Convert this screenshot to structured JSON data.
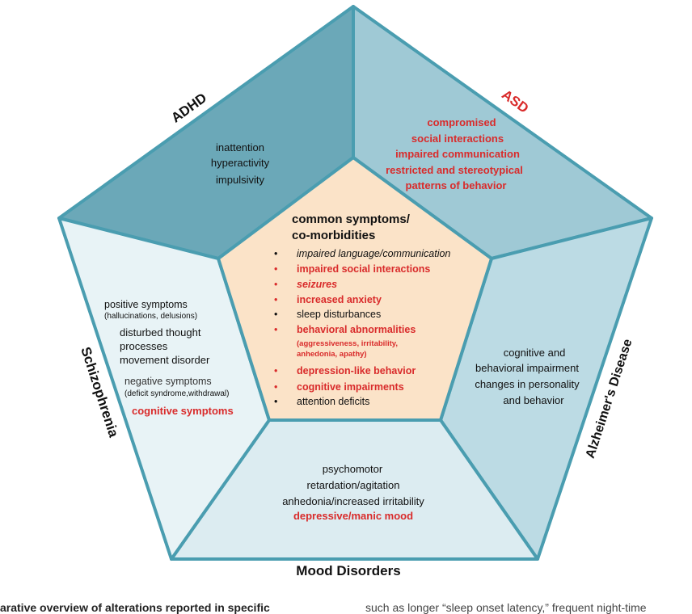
{
  "colors": {
    "border": "#4a9db0",
    "adhd": "#6ba8b8",
    "asd": "#9fc9d5",
    "alz": "#bcdbe4",
    "mood": "#dcecf1",
    "schizo": "#e8f3f6",
    "center": "#fbe3c8",
    "red": "#d92b2b",
    "black": "#111111"
  },
  "labels": {
    "adhd": "ADHD",
    "asd": "ASD",
    "alz": "Alzheimer's Disease",
    "mood": "Mood Disorders",
    "schizo": "Schizophrenia"
  },
  "adhd": [
    "inattention",
    "hyperactivity",
    "impulsivity"
  ],
  "asd": [
    "compromised",
    "social interactions",
    "impaired communication",
    "restricted and stereotypical",
    "patterns of behavior"
  ],
  "alz": [
    "cognitive and",
    "behavioral impairment",
    "changes in personality",
    "and behavior"
  ],
  "mood": {
    "l1": "psychomotor",
    "l2": "retardation/agitation",
    "l3": "anhedonia/increased irritability",
    "l4": "depressive/manic mood"
  },
  "schizo": {
    "pos": "positive symptoms",
    "pos_sub": "(hallucinations, delusions)",
    "d1": "disturbed thought",
    "d2": "processes",
    "d3": "movement disorder",
    "neg": "negative symptoms",
    "neg_sub": "(deficit syndrome,withdrawal)",
    "cog": "cognitive symptoms"
  },
  "center": {
    "title1": "common symptoms/",
    "title2": "co-morbidities",
    "items": [
      "impaired language/communication",
      "impaired social interactions",
      "seizures",
      "increased anxiety",
      "sleep disturbances",
      "behavioral abnormalities",
      "depression-like behavior",
      "cognitive impairments",
      "attention deficits"
    ],
    "beh_sub1": "(aggressiveness, irritability,",
    "beh_sub2": "anhedonia, apathy)"
  },
  "footer": {
    "left": "arative overview of alterations reported in specific",
    "right": "such as longer “sleep onset latency,” frequent night-time"
  }
}
